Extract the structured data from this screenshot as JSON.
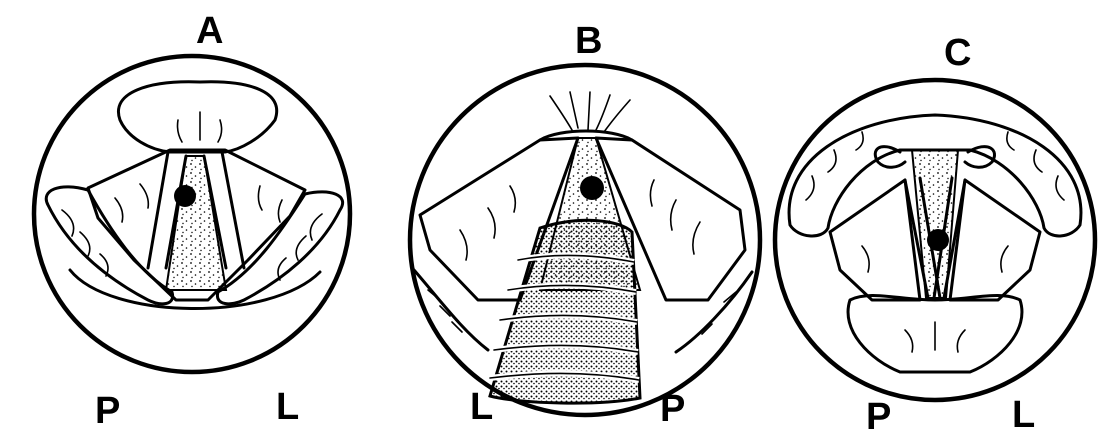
{
  "panels": [
    {
      "letter": "A",
      "left_label": "P",
      "right_label": "L"
    },
    {
      "letter": "B",
      "left_label": "L",
      "right_label": "P"
    },
    {
      "letter": "C",
      "left_label": "P",
      "right_label": "L"
    }
  ],
  "colors": {
    "ink": "#000000",
    "background": "#ffffff"
  }
}
